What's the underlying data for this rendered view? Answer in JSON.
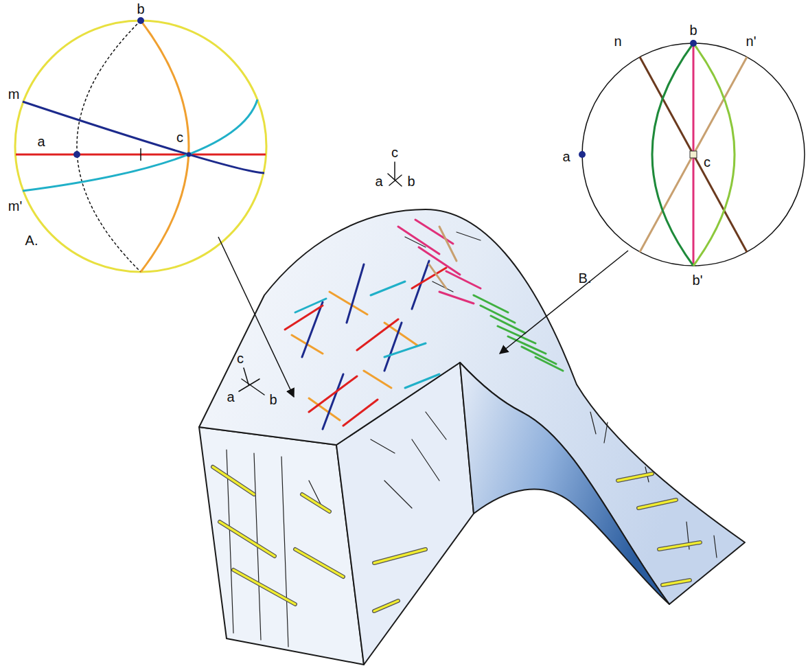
{
  "diagram": {
    "labels": [
      "b",
      "m",
      "a",
      "c",
      "m'",
      "A.",
      "b",
      "n",
      "n'",
      "a",
      "c",
      "B.",
      "b'",
      "c",
      "a",
      "b",
      "c",
      "a",
      "b"
    ]
  }
}
